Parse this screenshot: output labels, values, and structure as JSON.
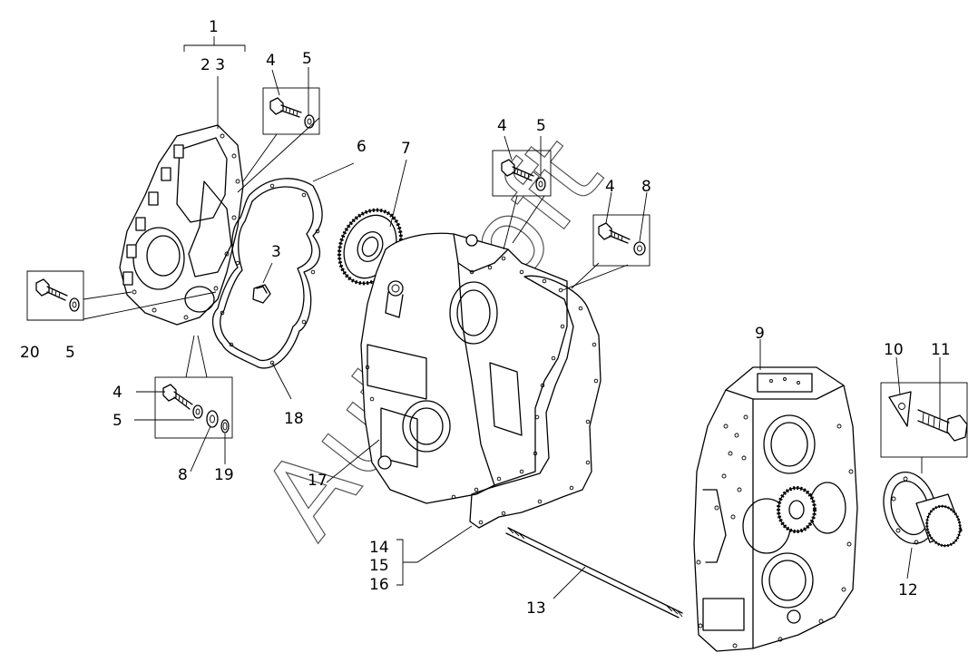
{
  "watermark": "AutoSoft",
  "labels": {
    "l1": "1",
    "l2_3": "2 3",
    "l4a": "4",
    "l5a": "5",
    "l6": "6",
    "l7": "7",
    "l4b": "4",
    "l5b": "5",
    "l4c": "4",
    "l8a": "8",
    "l3": "3",
    "l20": "20",
    "l5c": "5",
    "l4d": "4",
    "l5d": "5",
    "l8b": "8",
    "l19": "19",
    "l18": "18",
    "l17": "17",
    "l14": "14",
    "l15": "15",
    "l16": "16",
    "l13": "13",
    "l9": "9",
    "l10": "10",
    "l11": "11",
    "l12": "12"
  }
}
